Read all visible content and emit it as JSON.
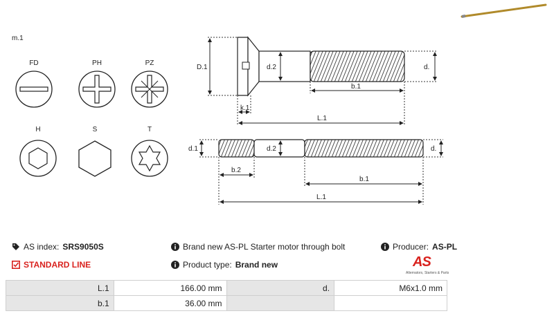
{
  "diagram": {
    "section_label": "m.1",
    "heads": [
      {
        "label": "FD",
        "icon": "flat-slot-head-icon"
      },
      {
        "label": "PH",
        "icon": "phillips-head-icon"
      },
      {
        "label": "PZ",
        "icon": "pozidriv-head-icon"
      },
      {
        "label": "H",
        "icon": "hex-socket-head-icon"
      },
      {
        "label": "S",
        "icon": "hex-head-icon"
      },
      {
        "label": "T",
        "icon": "torx-head-icon"
      }
    ],
    "bolt1_dims": {
      "D1": "D.1",
      "d2": "d.2",
      "d": "d.",
      "b1": "b.1",
      "k1": "k.1",
      "L1": "L.1"
    },
    "bolt2_dims": {
      "d1": "d.1",
      "d2": "d.2",
      "d": "d.",
      "b2": "b.2",
      "b1": "b.1",
      "L1": "L.1"
    }
  },
  "info": {
    "as_index_label": "AS index:",
    "as_index_value": "SRS9050S",
    "line_label": "STANDARD LINE",
    "description": "Brand new AS-PL Starter motor through bolt",
    "product_type_label": "Product type:",
    "product_type_value": "Brand new",
    "producer_label": "Producer:",
    "producer_value": "AS-PL"
  },
  "logo": {
    "text": "AS",
    "tagline": "Alternators, Starters & Parts"
  },
  "specs": [
    {
      "k1": "L.1",
      "v1": "166.00 mm",
      "k2": "d.",
      "v2": "M6x1.0 mm"
    },
    {
      "k1": "b.1",
      "v1": "36.00 mm",
      "k2": "",
      "v2": ""
    }
  ],
  "colors": {
    "accent_red": "#d9231f",
    "table_key_bg": "#e6e6e6",
    "border": "#cfcfcf"
  }
}
